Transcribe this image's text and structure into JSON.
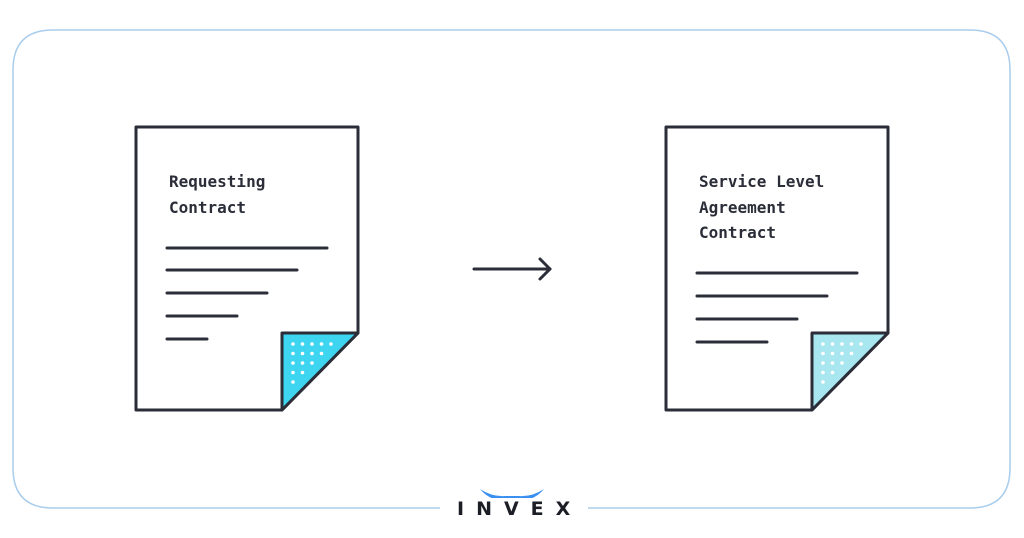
{
  "documents": [
    {
      "title_lines": [
        "Requesting",
        "Contract"
      ],
      "fold_color": "#3dd5f0"
    },
    {
      "title_lines": [
        "Service Level",
        "Agreement",
        "Contract"
      ],
      "fold_color": "#a8e6f0"
    }
  ],
  "arrow": "right-arrow-icon",
  "logo": {
    "text": "INVEX",
    "accent": "#3b8ff0"
  },
  "colors": {
    "frame": "#a9cdec",
    "ink": "#2b2d38"
  }
}
